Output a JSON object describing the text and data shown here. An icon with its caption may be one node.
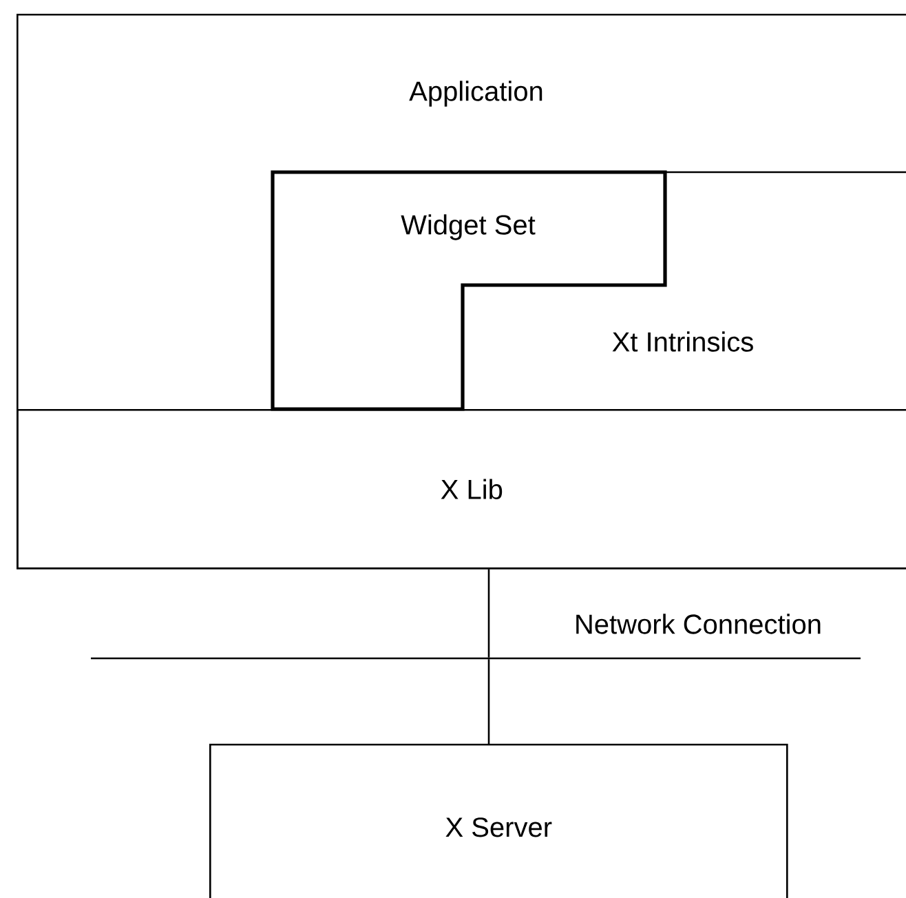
{
  "diagram": {
    "nodes": [
      {
        "text": [
          "Application"
        ]
      },
      {
        "text": [
          "Widget Set"
        ],
        "in": 0
      },
      {
        "text": [
          "Xt Intrinsics"
        ],
        "in": 0
      },
      {
        "text": [
          "X Lib"
        ],
        "in": 0
      },
      {
        "text": [
          "Network Connection"
        ]
      },
      {
        "text": [
          "X Server"
        ]
      }
    ],
    "edges": [
      {
        "from": 3,
        "to": 4,
        "arrow": "none"
      },
      {
        "from": 4,
        "to": 5,
        "arrow": "none"
      }
    ]
  }
}
